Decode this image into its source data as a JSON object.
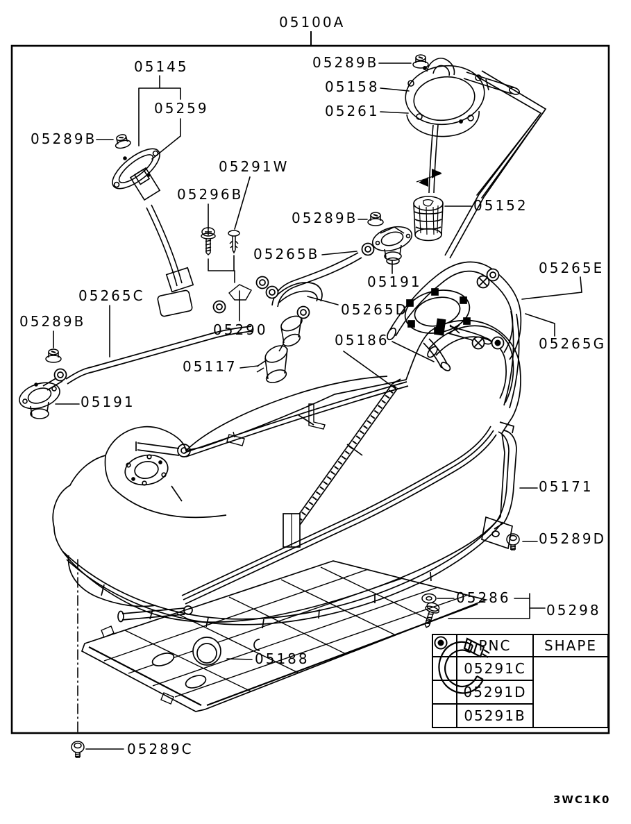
{
  "figure": {
    "drawing_code": "3WC1K0",
    "assembly_callout": "05100A"
  },
  "callouts": [
    "05100A",
    "05145",
    "05259",
    "05289B",
    "05289B",
    "05158",
    "05261",
    "05291W",
    "05296B",
    "05289B",
    "05265B",
    "05152",
    "05191",
    "05265E",
    "05265C",
    "05265D",
    "05265G",
    "05289B",
    "05290",
    "05186",
    "05117",
    "05191",
    "05171",
    "05289D",
    "05286",
    "05298",
    "05188",
    "05289C"
  ],
  "legend_table": {
    "headers": {
      "symbol": "",
      "pnc": "PNC",
      "shape": "SHAPE"
    },
    "rows": [
      {
        "symbol_name": "double-circle",
        "pnc": "05291C"
      },
      {
        "symbol_name": "circle-cross",
        "pnc": "05291D"
      },
      {
        "symbol_name": "circle-dot",
        "pnc": "05291B"
      }
    ],
    "shape_illustration": "hose-clamp"
  },
  "colors": {
    "ink": "#000000",
    "paper": "#ffffff"
  }
}
